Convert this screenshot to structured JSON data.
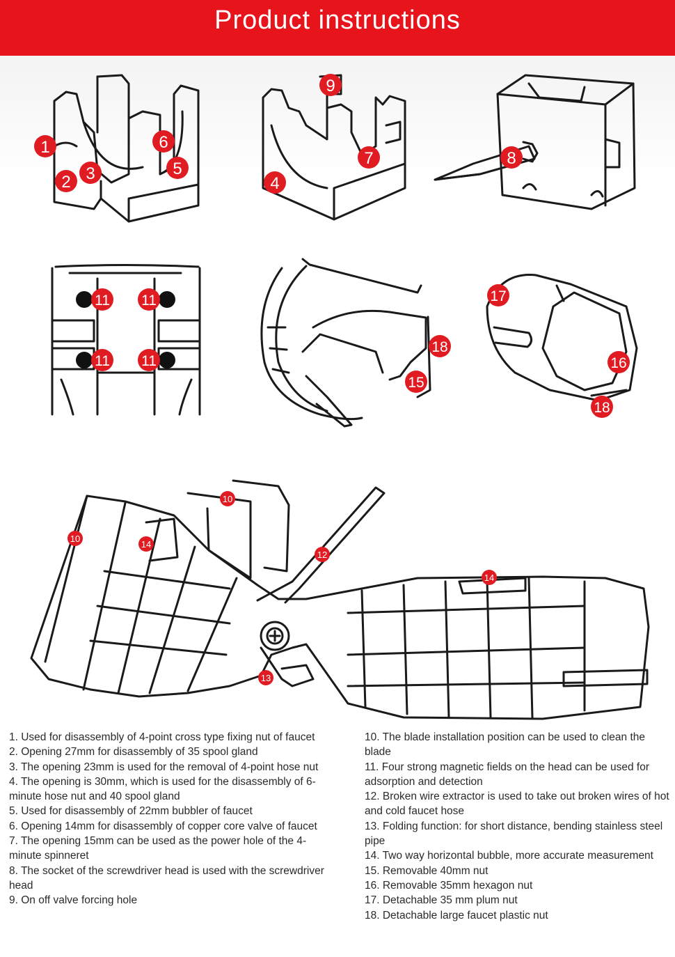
{
  "header": {
    "title": "Product instructions",
    "color": "#e8141c"
  },
  "badges": {
    "b1": "1",
    "b2": "2",
    "b3": "3",
    "b4": "4",
    "b5": "5",
    "b6": "6",
    "b7": "7",
    "b8": "8",
    "b9": "9",
    "b10": "10",
    "b11": "11",
    "b12": "12",
    "b13": "13",
    "b14": "14",
    "b15": "15",
    "b16": "16",
    "b17": "17",
    "b18": "18"
  },
  "instructions": {
    "left": [
      "1. Used for disassembly of 4-point cross type fixing nut of faucet",
      "2. Opening 27mm for disassembly of 35 spool gland",
      "3. The opening 23mm is used for the removal of 4-point hose nut",
      "4. The opening is 30mm, which is used for the disassembly of 6-minute hose nut and 40 spool gland",
      "5. Used for disassembly of 22mm bubbler of faucet",
      "6. Opening 14mm for disassembly of copper core valve of faucet",
      "7. The opening 15mm can be used as the power hole of the 4-minute spinneret",
      "8. The socket of the screwdriver head is used with the screwdriver head",
      "9. On off valve forcing hole"
    ],
    "right": [
      "10. The blade installation position can be used to clean the blade",
      "11. Four strong magnetic fields on the head can be used for adsorption and detection",
      "12. Broken wire extractor is used to take out broken wires of hot and cold faucet hose",
      "13. Folding function: for short distance, bending stainless steel pipe",
      "14. Two way horizontal bubble, more accurate measurement",
      "15. Removable 40mm nut",
      "16. Removable 35mm hexagon nut",
      "17. Detachable 35 mm plum nut",
      "18. Detachable large faucet plastic nut"
    ]
  }
}
